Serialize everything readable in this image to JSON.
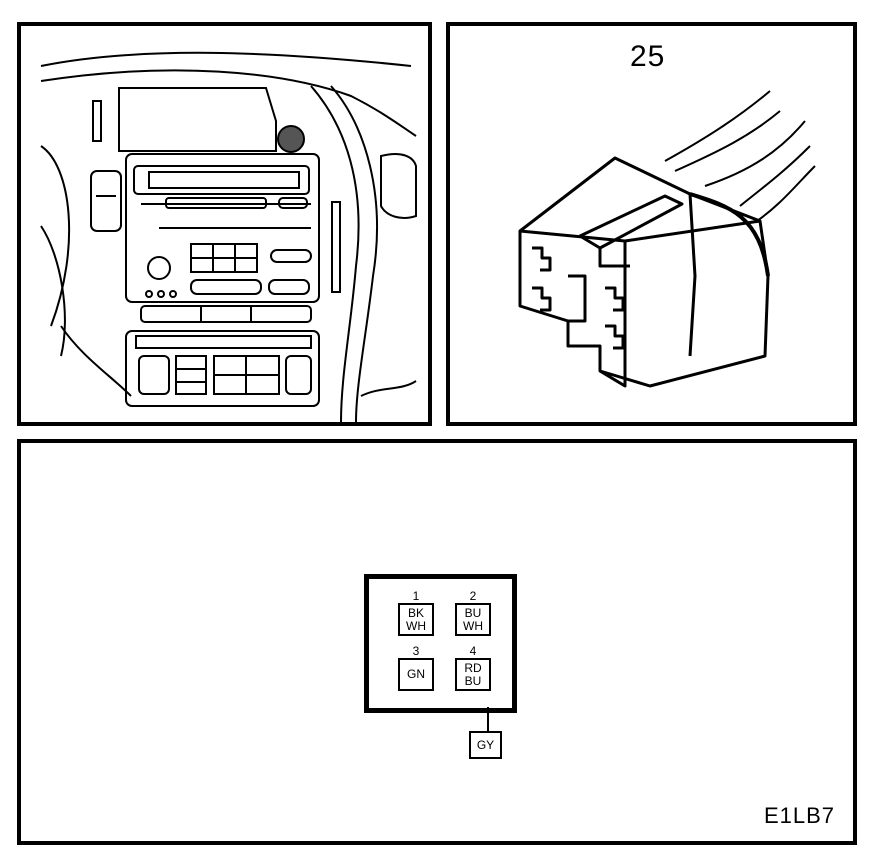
{
  "connector": {
    "number": "25"
  },
  "pinout": {
    "pins": [
      {
        "number": "1",
        "line1": "BK",
        "line2": "WH"
      },
      {
        "number": "2",
        "line1": "BU",
        "line2": "WH"
      },
      {
        "number": "3",
        "line1": "GN",
        "line2": ""
      },
      {
        "number": "4",
        "line1": "RD",
        "line2": "BU"
      }
    ],
    "wire_color": "GY"
  },
  "figure_code": "E1LB7"
}
